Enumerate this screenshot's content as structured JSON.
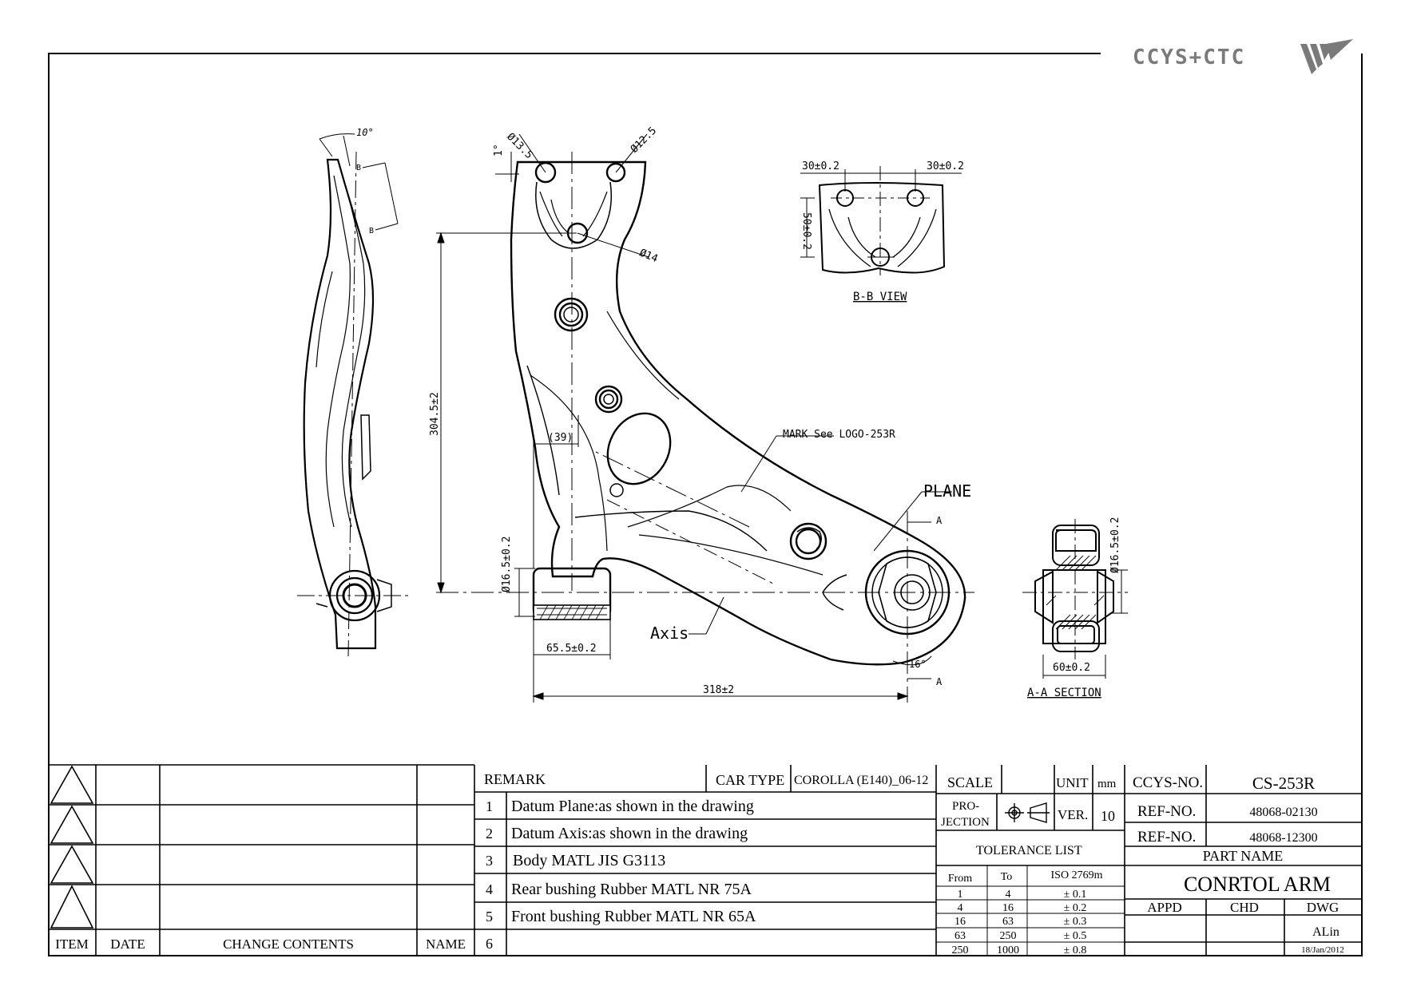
{
  "brand": {
    "logo_text": "CCYS+CTC",
    "colors": {
      "line": "#000000",
      "logo": "#7a7a7a"
    }
  },
  "views": {
    "side": {
      "angle_top": "10°",
      "section_mark_1": "B",
      "section_mark_2": "B"
    },
    "main": {
      "hole_1": "Ø13.5",
      "hole_2": "Ø12.5",
      "hole_3": "Ø14",
      "angle_top": "1°",
      "angle_bushing": "16°",
      "dim_height": "304.5±2",
      "dim_39": "(39)",
      "dim_bushing_dia": "Ø16.5±0.2",
      "dim_bushing_len": "65.5±0.2",
      "dim_length": "318±2",
      "mark_note": "MARK See LOGO-253R",
      "plane_label": "PLANE",
      "axis_label": "Axis",
      "section_mark": "A"
    },
    "bb": {
      "dim_left": "30±0.2",
      "dim_right": "30±0.2",
      "dim_vertical": "50±0.2",
      "title": "B-B VIEW"
    },
    "aa": {
      "dim_dia": "Ø16.5±0.2",
      "dim_width": "60±0.2",
      "title": "A-A SECTION"
    }
  },
  "revision_table": {
    "headers": [
      "ITEM",
      "DATE",
      "CHANGE CONTENTS",
      "NAME"
    ]
  },
  "remarks": {
    "title": "REMARK",
    "car_type_label": "CAR TYPE",
    "car_type": "COROLLA (E140)_06-12",
    "items": [
      {
        "no": "1",
        "text": "Datum Plane:as shown in the drawing"
      },
      {
        "no": "2",
        "text": "Datum Axis:as shown in the drawing"
      },
      {
        "no": "3",
        "text": "Body MATL JIS G3113"
      },
      {
        "no": "4",
        "text": "Rear bushing Rubber MATL NR 75A"
      },
      {
        "no": "5",
        "text": "Front bushing Rubber MATL NR 65A"
      },
      {
        "no": "6",
        "text": ""
      }
    ]
  },
  "scale_block": {
    "scale_label": "SCALE",
    "unit_label": "UNIT",
    "unit": "mm",
    "projection_label_1": "PRO-",
    "projection_label_2": "JECTION",
    "ver_label": "VER.",
    "ver": "10",
    "tolerance_title": "TOLERANCE LIST",
    "tolerance_headers": [
      "From",
      "To",
      "ISO 2769m"
    ],
    "tolerances": [
      {
        "from": "1",
        "to": "4",
        "tol": "± 0.1"
      },
      {
        "from": "4",
        "to": "16",
        "tol": "± 0.2"
      },
      {
        "from": "16",
        "to": "63",
        "tol": "± 0.3"
      },
      {
        "from": "63",
        "to": "250",
        "tol": "± 0.5"
      },
      {
        "from": "250",
        "to": "1000",
        "tol": "± 0.8"
      }
    ]
  },
  "title_block": {
    "ccys_label": "CCYS-NO.",
    "ccys_no": "CS-253R",
    "ref1_label": "REF-NO.",
    "ref1": "48068-02130",
    "ref2_label": "REF-NO.",
    "ref2": "48068-12300",
    "part_name_label": "PART NAME",
    "part_name": "CONRTOL ARM",
    "appd_label": "APPD",
    "chd_label": "CHD",
    "dwg_label": "DWG",
    "drawn_by": "ALin",
    "date": "18/Jan/2012"
  }
}
